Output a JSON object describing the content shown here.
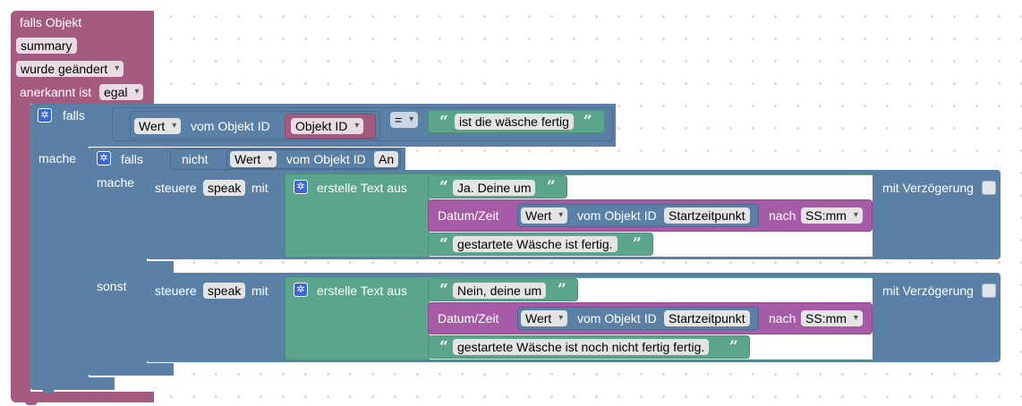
{
  "trigger": {
    "title": "falls Objekt",
    "object": "summary",
    "condition": "wurde geändert",
    "ack_label": "anerkannt ist",
    "ack_value": "egal"
  },
  "if1": {
    "falls": "falls",
    "mache": "mache",
    "wert": "Wert",
    "vom_objekt_id": "vom Objekt ID",
    "objekt_id": "Objekt ID",
    "operator": "=",
    "compare_text": "ist die wäsche fertig"
  },
  "if2": {
    "falls": "falls",
    "nicht": "nicht",
    "wert": "Wert",
    "vom_objekt_id": "vom Objekt ID",
    "objekt": "An",
    "mache": "mache",
    "sonst": "sonst"
  },
  "action1": {
    "steuere": "steuere",
    "target": "speak",
    "mit": "mit",
    "erstelle": "erstelle Text aus",
    "text1": "Ja. Deine um",
    "datum_zeit": "Datum/Zeit",
    "wert": "Wert",
    "vom_objekt_id": "vom Objekt ID",
    "objekt": "Startzeitpunkt",
    "nach": "nach",
    "format": "SS:mm",
    "text2": "gestartete Wäsche ist fertig.",
    "verzoegerung": "mit Verzögerung"
  },
  "action2": {
    "steuere": "steuere",
    "target": "speak",
    "mit": "mit",
    "erstelle": "erstelle Text aus",
    "text1": "Nein, deine um",
    "datum_zeit": "Datum/Zeit",
    "wert": "Wert",
    "vom_objekt_id": "vom Objekt ID",
    "objekt": "Startzeitpunkt",
    "nach": "nach",
    "format": "SS:mm",
    "text2": "gestartete Wäsche ist noch nicht fertig fertig.",
    "verzoegerung": "mit Verzögerung"
  },
  "icons": {
    "gear": "gear-icon",
    "quote_open": "“",
    "quote_close": "”"
  },
  "colors": {
    "event": "#a55b80",
    "control": "#5b80a5",
    "text": "#5ba58c",
    "time": "#a55ba5",
    "logic": "#5b80a5",
    "workspace_bg": "#ffffff"
  }
}
